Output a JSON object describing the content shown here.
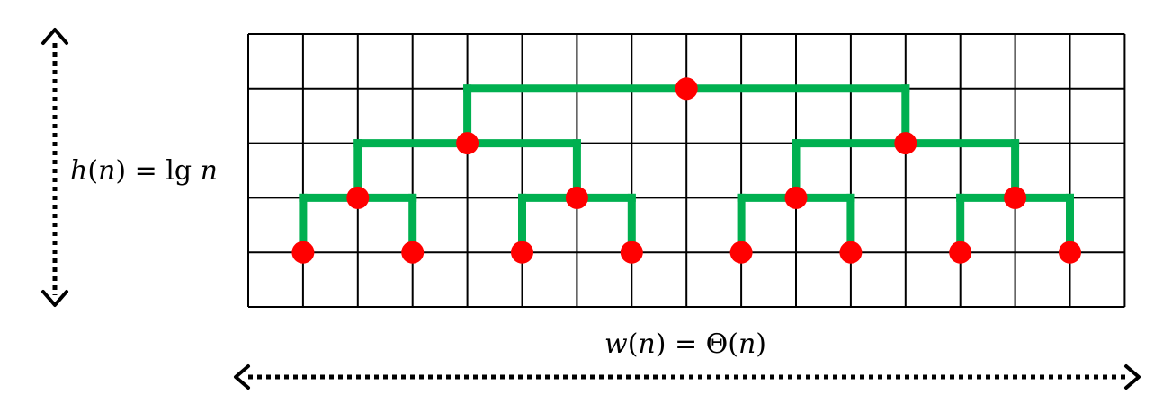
{
  "grid": {
    "columns": 16,
    "rows": 5,
    "line_color": "#000000"
  },
  "tree": {
    "node_color": "#ff0000",
    "edge_color": "#00b050",
    "levels": 4,
    "leaves": 8
  },
  "labels": {
    "height": {
      "h": "h",
      "open": "(",
      "n": "n",
      "close_eq": ") = lg ",
      "n2": "n"
    },
    "width": {
      "w": "w",
      "open": "(",
      "n": "n",
      "close_eq": ") = Θ(",
      "n2": "n",
      "close": ")"
    }
  },
  "arrows": {
    "style": "dotted",
    "color": "#000000"
  }
}
